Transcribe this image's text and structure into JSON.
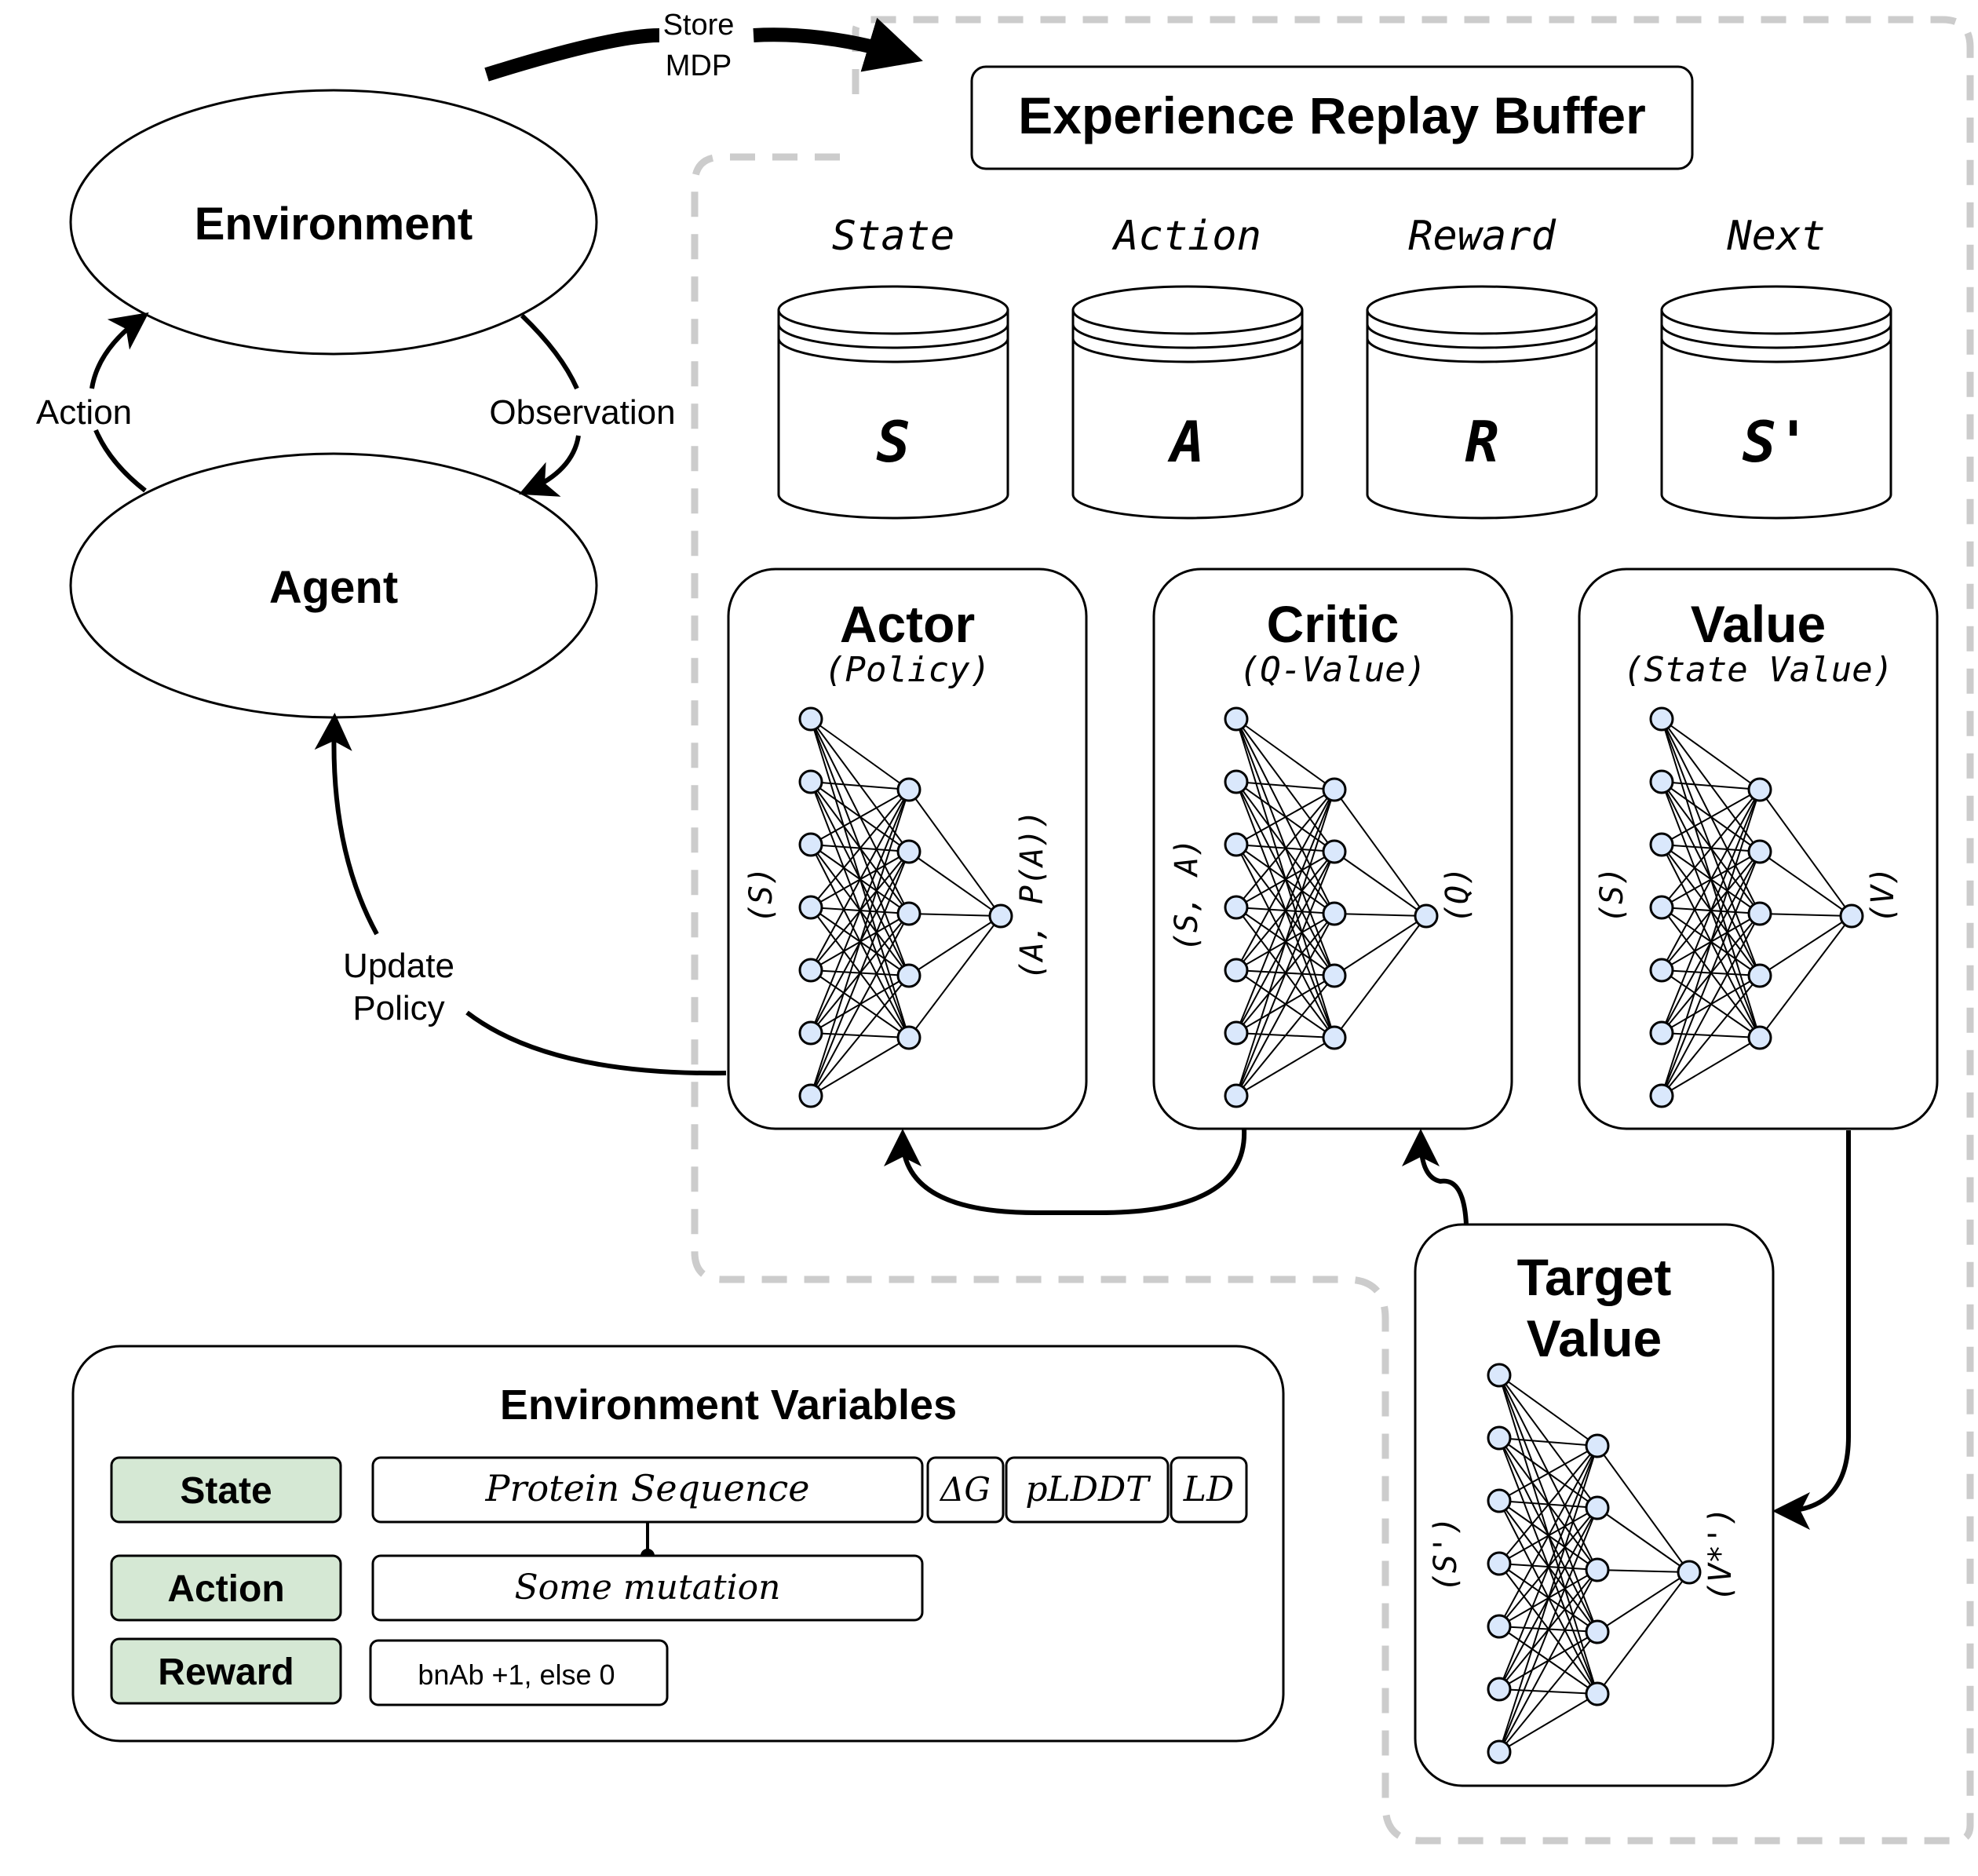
{
  "store_mdp": [
    "Store",
    "MDP"
  ],
  "buffer_title": "Experience Replay Buffer",
  "environment": "Environment",
  "agent": "Agent",
  "action_arrow": "Action",
  "observation_arrow": "Observation",
  "update_policy": [
    "Update",
    "Policy"
  ],
  "columns": [
    {
      "header": "State",
      "symbol": "S"
    },
    {
      "header": "Action",
      "symbol": "A"
    },
    {
      "header": "Reward",
      "symbol": "R"
    },
    {
      "header": "Next",
      "symbol": "S'"
    }
  ],
  "networks": [
    {
      "id": "actor",
      "title": "Actor",
      "subtitle": "(Policy)",
      "input": "(S)",
      "output": "(A, P(A))"
    },
    {
      "id": "critic",
      "title": "Critic",
      "subtitle": "(Q-Value)",
      "input": "(S, A)",
      "output": "(Q)"
    },
    {
      "id": "value",
      "title": "Value",
      "subtitle": "(State Value)",
      "input": "(S)",
      "output": "(V)"
    }
  ],
  "target": {
    "title": [
      "Target",
      "Value"
    ],
    "input": "(S')",
    "output": "(V*')"
  },
  "env_vars": {
    "title": "Environment Variables",
    "state_label": "State",
    "action_label": "Action",
    "reward_label": "Reward",
    "state_fields": [
      "Protein Sequence",
      "ΔG",
      "pLDDT",
      "LD"
    ],
    "action_value": "Some mutation",
    "reward_value": "bnAb +1, else 0"
  },
  "colors": {
    "node_fill": "#dae8fc",
    "var_label_fill": "#d5e8d4",
    "dashed_border": "#cccccc"
  }
}
